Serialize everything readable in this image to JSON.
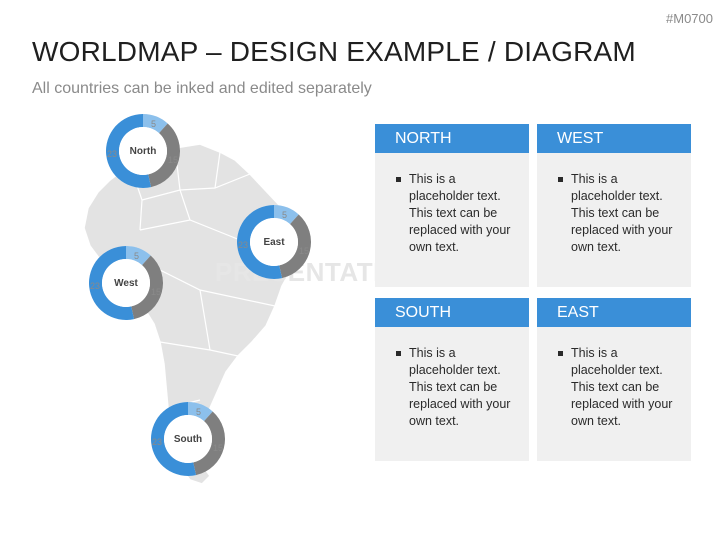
{
  "header": {
    "code": "#M0700",
    "title": "WORLDMAP – DESIGN EXAMPLE / DIAGRAM",
    "subtitle": "All countries can be inked and edited separately"
  },
  "watermark": "PRESENTATIONLOAD",
  "colors": {
    "blue": "#3a8fd8",
    "light_blue": "#8cc0ec",
    "gray": "#7f7f7f",
    "card_bg": "#f0f0f0",
    "map_fill": "#e3e3e3"
  },
  "map": {
    "region": "South America",
    "icon": "continent-map"
  },
  "donuts": [
    {
      "label": "North",
      "values": [
        5,
        15,
        23
      ]
    },
    {
      "label": "East",
      "values": [
        5,
        15,
        23
      ]
    },
    {
      "label": "West",
      "values": [
        5,
        15,
        23
      ]
    },
    {
      "label": "South",
      "values": [
        5,
        15,
        23
      ]
    }
  ],
  "cards": [
    {
      "title": "NORTH",
      "text": "This is a placeholder text. This text can be replaced with your own text."
    },
    {
      "title": "WEST",
      "text": "This is a placeholder text. This text can be replaced with your own text."
    },
    {
      "title": "SOUTH",
      "text": "This is a placeholder text. This text can be replaced with your own text."
    },
    {
      "title": "EAST",
      "text": "This is a placeholder text. This text can be replaced with your own text."
    }
  ]
}
